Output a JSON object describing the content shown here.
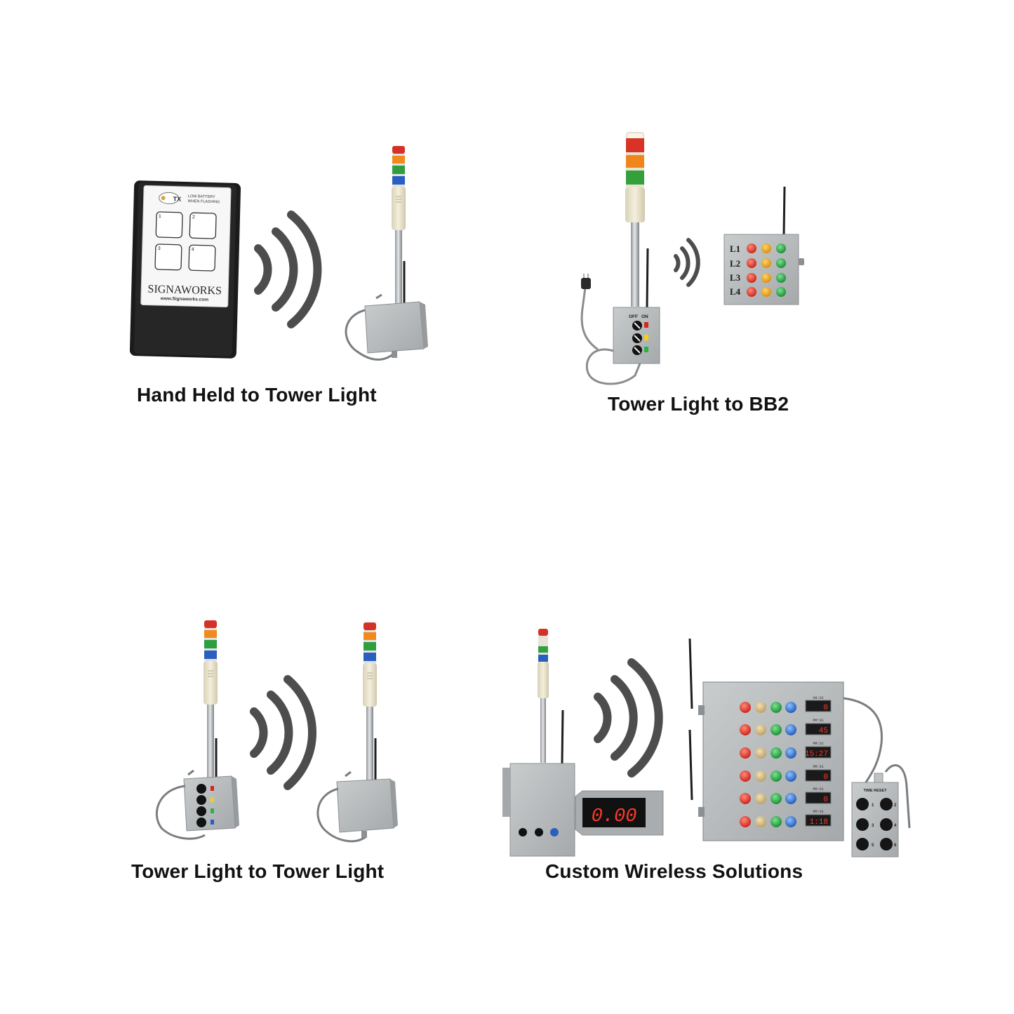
{
  "captions": {
    "panel1": "Hand Held to Tower Light",
    "panel2": "Tower Light to BB2",
    "panel3": "Tower Light to Tower Light",
    "panel4": "Custom Wireless Solutions"
  },
  "handheld": {
    "tx_label": "TX",
    "battery_line1": "LOW BATTERY",
    "battery_line2": "WHEN FLASHING",
    "buttons": [
      "1",
      "2",
      "3",
      "4"
    ],
    "brand": "SIGNAWORKS",
    "url": "www.Signaworks.com"
  },
  "bb2": {
    "switch_off": "OFF",
    "switch_on": "ON",
    "rows": [
      "L1",
      "L2",
      "L3",
      "L4"
    ]
  },
  "custom": {
    "big_display": "0.00",
    "timer_header": "TIME RESET",
    "timer_buttons": [
      "1",
      "2",
      "3",
      "4",
      "5",
      "6"
    ],
    "displays": [
      {
        "label": "HH:SS",
        "value": "0"
      },
      {
        "label": "MM:SS",
        "value": "45"
      },
      {
        "label": "MM:SS",
        "value": "15:27"
      },
      {
        "label": "MM:SS",
        "value": "0"
      },
      {
        "label": "MM:SS",
        "value": "0"
      },
      {
        "label": "MM:SS",
        "value": "1:18"
      }
    ]
  },
  "colors": {
    "signal": "#4d4d4d",
    "enclosure": "#b9bcbd",
    "handheld_body": "#1e1e1e",
    "led_red": "#e8352b",
    "led_orange": "#f2a21b",
    "led_green": "#2bb34a",
    "led_blue": "#2d6fd1",
    "display_red": "#ff3a2a"
  }
}
